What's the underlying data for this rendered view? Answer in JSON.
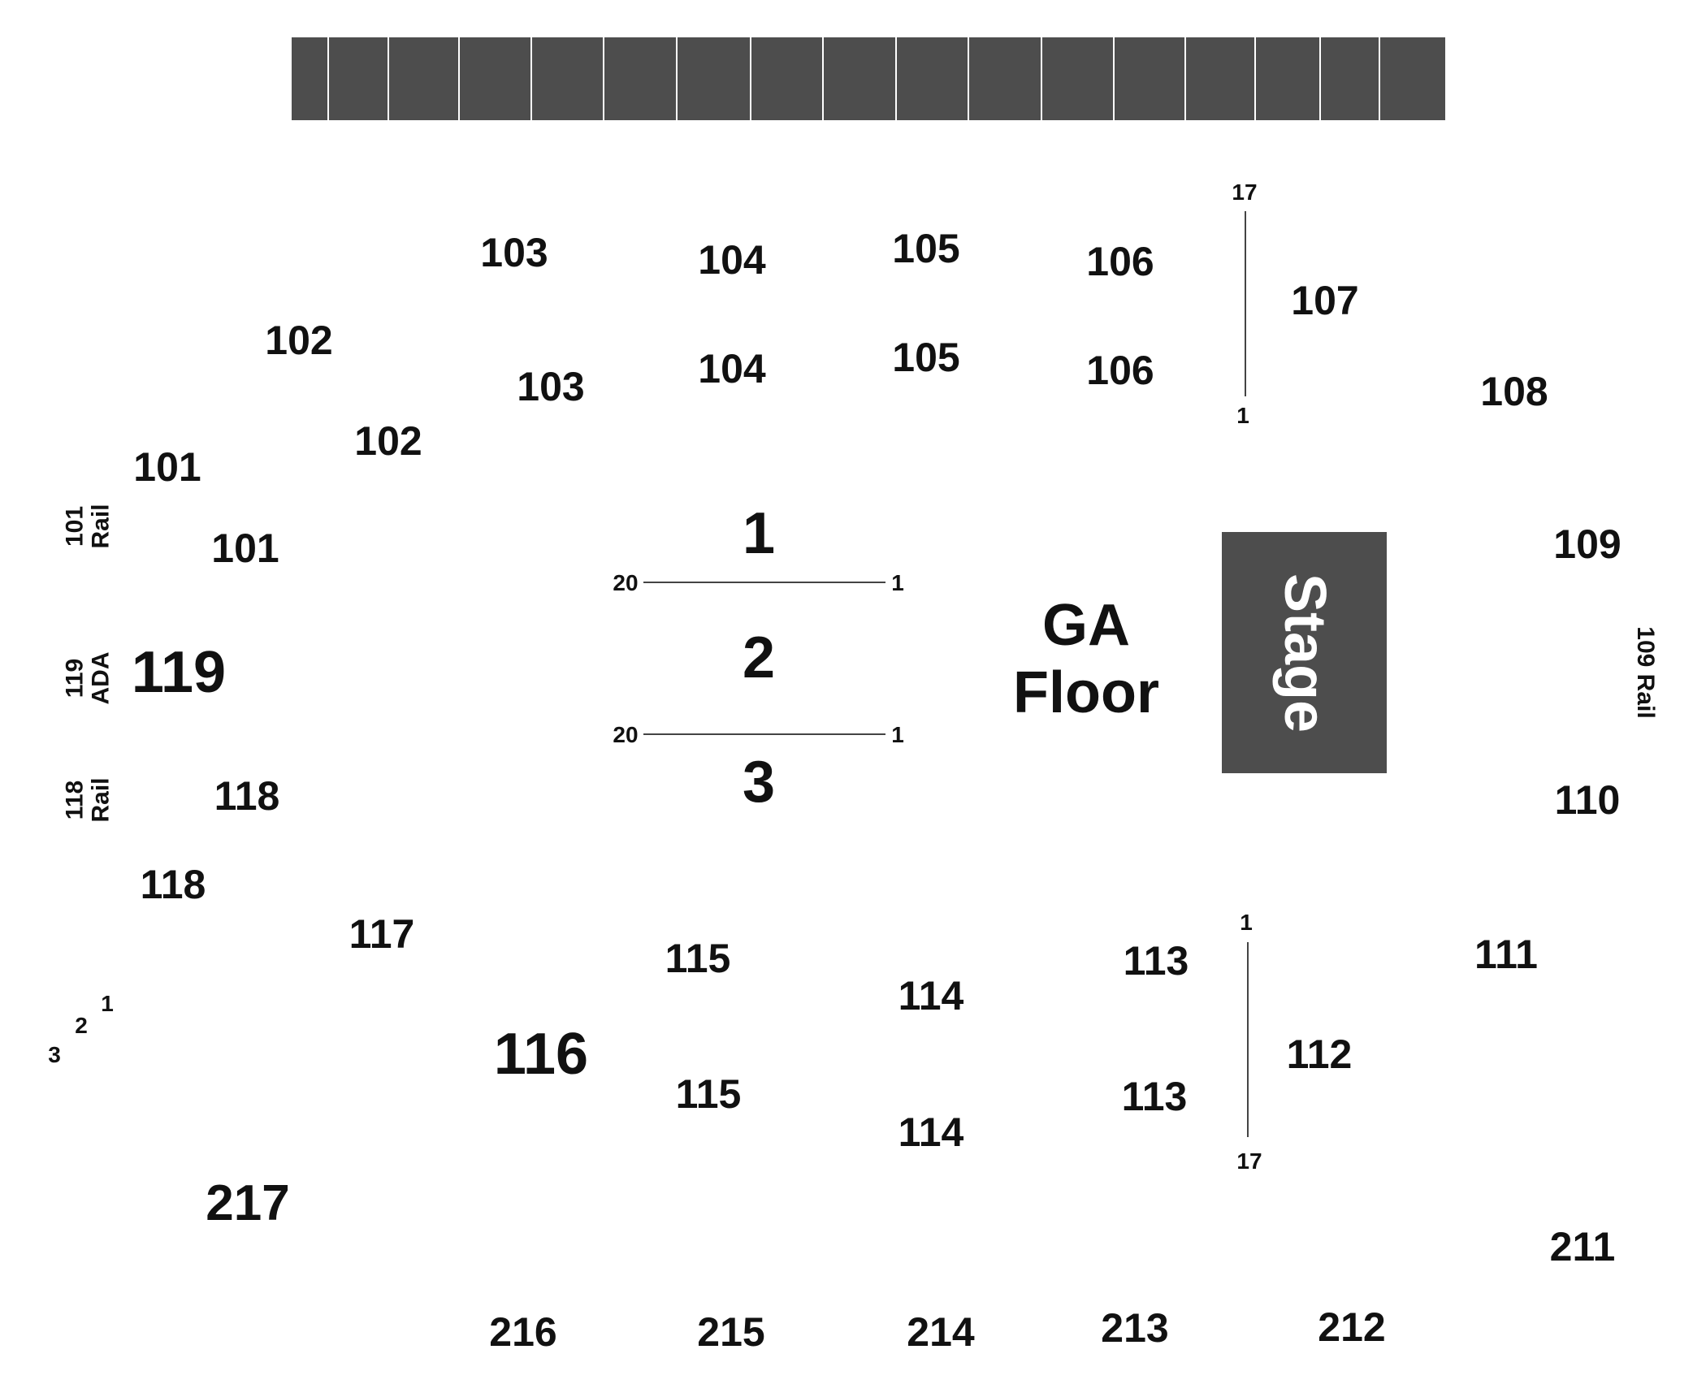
{
  "sections_upper": {
    "s102a": "102",
    "s102b": "102",
    "s103a": "103",
    "s103b": "103",
    "s104a": "104",
    "s104b": "104",
    "s105a": "105",
    "s105b": "105",
    "s106a": "106",
    "s106b": "106",
    "s107": "107",
    "s108": "108",
    "s101a": "101",
    "s101b": "101",
    "s109": "109",
    "s110": "110",
    "s119": "119",
    "s118a": "118",
    "s118b": "118",
    "s117": "117",
    "s116": "116",
    "s115a": "115",
    "s115b": "115",
    "s114a": "114",
    "s114b": "114",
    "s113a": "113",
    "s113b": "113",
    "s112": "112",
    "s111": "111"
  },
  "sections_200": {
    "s217": "217",
    "s216": "216",
    "s215": "215",
    "s214": "214",
    "s213": "213",
    "s212": "212",
    "s211": "211"
  },
  "floor": {
    "row1": "1",
    "row2": "2",
    "row3": "3",
    "ga_line1": "GA",
    "ga_line2": "Floor",
    "seat_20a": "20",
    "seat_1a": "1",
    "seat_20b": "20",
    "seat_1b": "1"
  },
  "stage": {
    "label": "Stage"
  },
  "side_labels": {
    "rail101_num": "101",
    "rail101_txt": "Rail",
    "ada119_num": "119",
    "ada119_txt": "ADA",
    "rail118_num": "118",
    "rail118_txt": "Rail",
    "rail109": "109 Rail"
  },
  "row_markers": {
    "r107_top": "17",
    "r107_bottom": "1",
    "r112_top": "1",
    "r112_bottom": "17",
    "corner1": "1",
    "corner2": "2",
    "corner3": "3"
  },
  "colors": {
    "block": "#4d4d4d",
    "text": "#111111",
    "background": "#ffffff"
  }
}
